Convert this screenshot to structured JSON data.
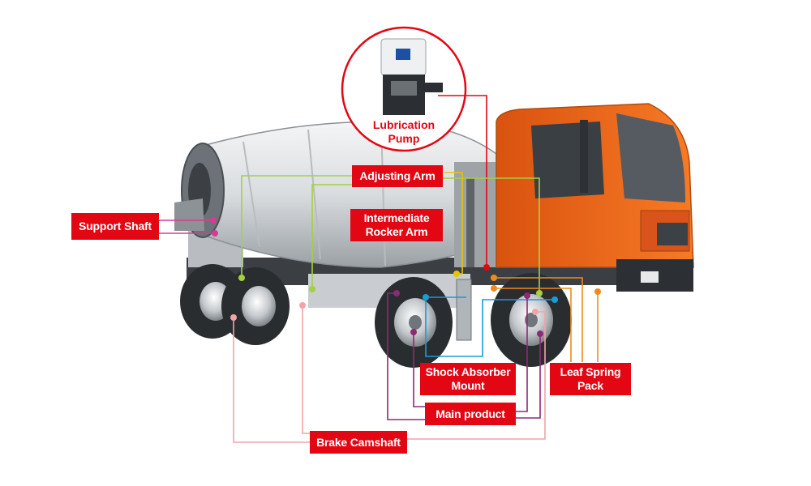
{
  "labels": {
    "lubrication_pump": "Lubrication\nPump",
    "adjusting_arm": "Adjusting Arm",
    "intermediate_rocker_arm": "Intermediate\nRocker Arm",
    "support_shaft": "Support Shaft",
    "shock_absorber_mount": "Shock Absorber\nMount",
    "leaf_spring_pack": "Leaf Spring\nPack",
    "main_product": "Main product",
    "brake_camshaft": "Brake Camshaft"
  },
  "colors": {
    "label_bg": "#e30613",
    "line_adjusting": "#a3d13f",
    "line_intermediate": "#e8c400",
    "line_support": "#d63a96",
    "line_shock": "#1b9ad6",
    "line_leaf": "#f08a1d",
    "line_main": "#8b2a78",
    "line_brake": "#f2a3a8",
    "line_pump": "#e30613",
    "cab_orange": "#f26a1b",
    "drum_white": "#e8eaec"
  }
}
